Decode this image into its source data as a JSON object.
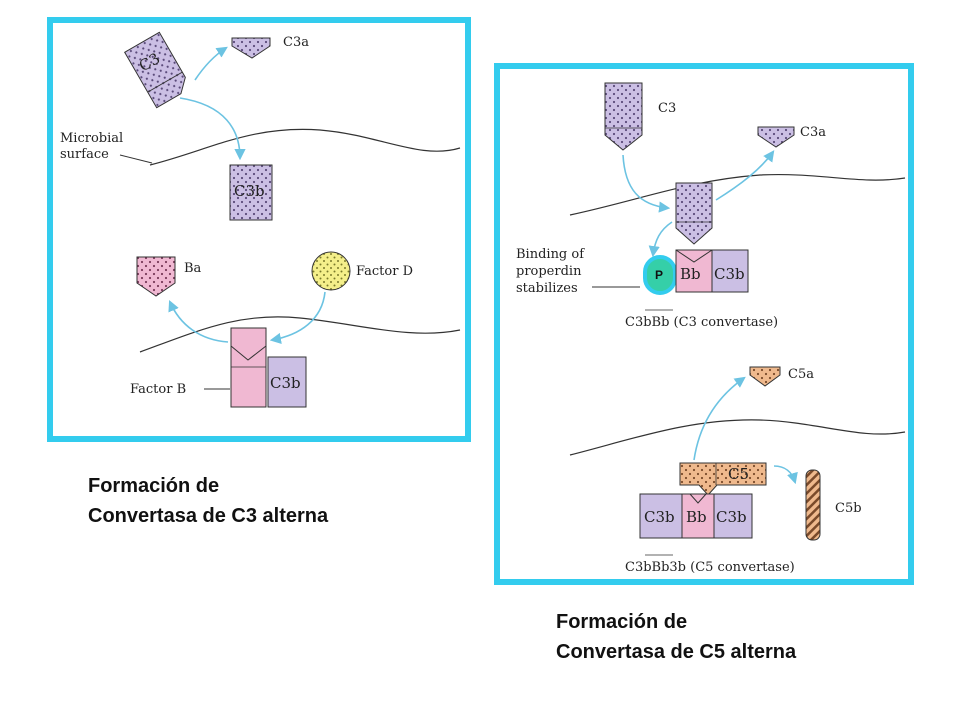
{
  "colors": {
    "frame": "#33ccee",
    "arrow": "#6cc3e2",
    "c3_fill": "#cbbfe4",
    "factorB_fill": "#f0b8d2",
    "factorD_fill": "#f4ef8a",
    "c5_fill": "#efb98d",
    "properdin_fill": "#35cfa8",
    "properdin_ring": "#33ccee"
  },
  "left_panel": {
    "c3": "C3",
    "c3a": "C3a",
    "microbial_line1": "Microbial",
    "microbial_line2": "surface",
    "c3b_top": "C3b",
    "ba": "Ba",
    "factor_d": "Factor D",
    "factor_b": "Factor B",
    "c3b_bottom": "C3b"
  },
  "right_panel": {
    "c3": "C3",
    "c3a": "C3a",
    "binding_line1": "Binding of",
    "binding_line2": "properdin",
    "binding_line3": "stabilizes",
    "properdin": "P",
    "bb": "Bb",
    "c3b": "C3b",
    "c3_convertase": "C3bBb (C3 convertase)",
    "c5a": "C5a",
    "c5": "C5",
    "c3b_left": "C3b",
    "bb2": "Bb",
    "c3b_right": "C3b",
    "c5b": "C5b",
    "c5_convertase": "C3bBb3b (C5 convertase)"
  },
  "captions": {
    "left_line1": "Formación de",
    "left_line2": "Convertasa de C3 alterna",
    "right_line1": "Formación de",
    "right_line2": "Convertasa de C5 alterna"
  }
}
